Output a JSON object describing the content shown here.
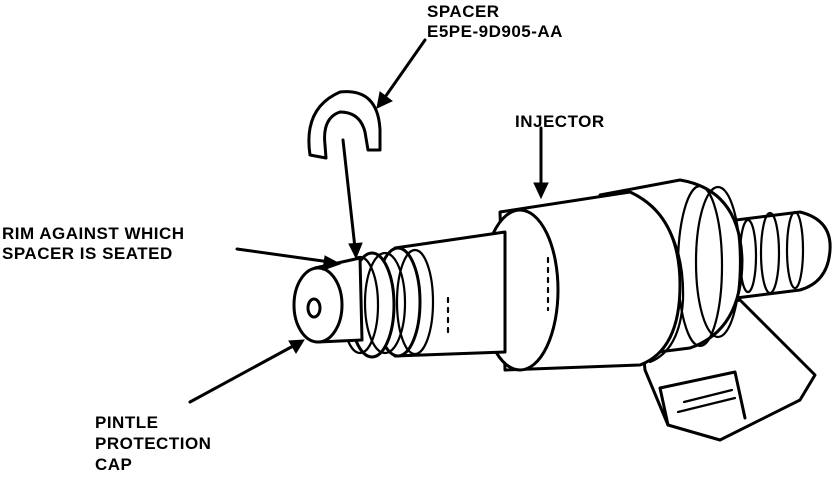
{
  "labels": {
    "spacer_line1": "SPACER",
    "spacer_line2": "E5PE-9D905-AA",
    "injector": "INJECTOR",
    "rim_line1": "RIM AGAINST WHICH",
    "rim_line2": "SPACER IS SEATED",
    "pintle_line1": "PINTLE",
    "pintle_line2": "PROTECTION",
    "pintle_line3": "CAP"
  },
  "colors": {
    "ink": "#000000",
    "paper": "#ffffff"
  }
}
